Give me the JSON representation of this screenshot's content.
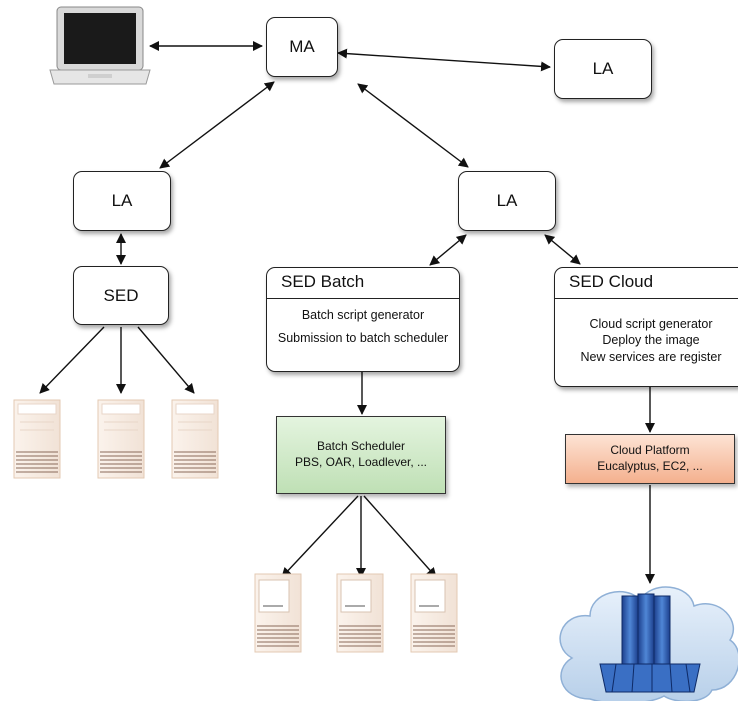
{
  "nodes": {
    "ma": "MA",
    "la_top_right": "LA",
    "la_left": "LA",
    "la_right": "LA",
    "sed": "SED"
  },
  "sed_batch": {
    "title": "SED Batch",
    "lines": [
      "Batch script generator",
      "Submission to batch scheduler"
    ]
  },
  "sed_cloud": {
    "title": "SED Cloud",
    "lines": [
      "Cloud script generator",
      "Deploy the image",
      "New services are register"
    ]
  },
  "batch_scheduler": {
    "lines": [
      "Batch Scheduler",
      "PBS, OAR, Loadlever, ..."
    ],
    "color": "#cfe9c8"
  },
  "cloud_platform": {
    "lines": [
      "Cloud Platform",
      "Eucalyptus, EC2, ..."
    ],
    "color": "#f7c3a8"
  },
  "icons": {
    "client": "laptop-icon",
    "servers": "server-icon",
    "cloud": "cloud-datacenter-icon"
  }
}
